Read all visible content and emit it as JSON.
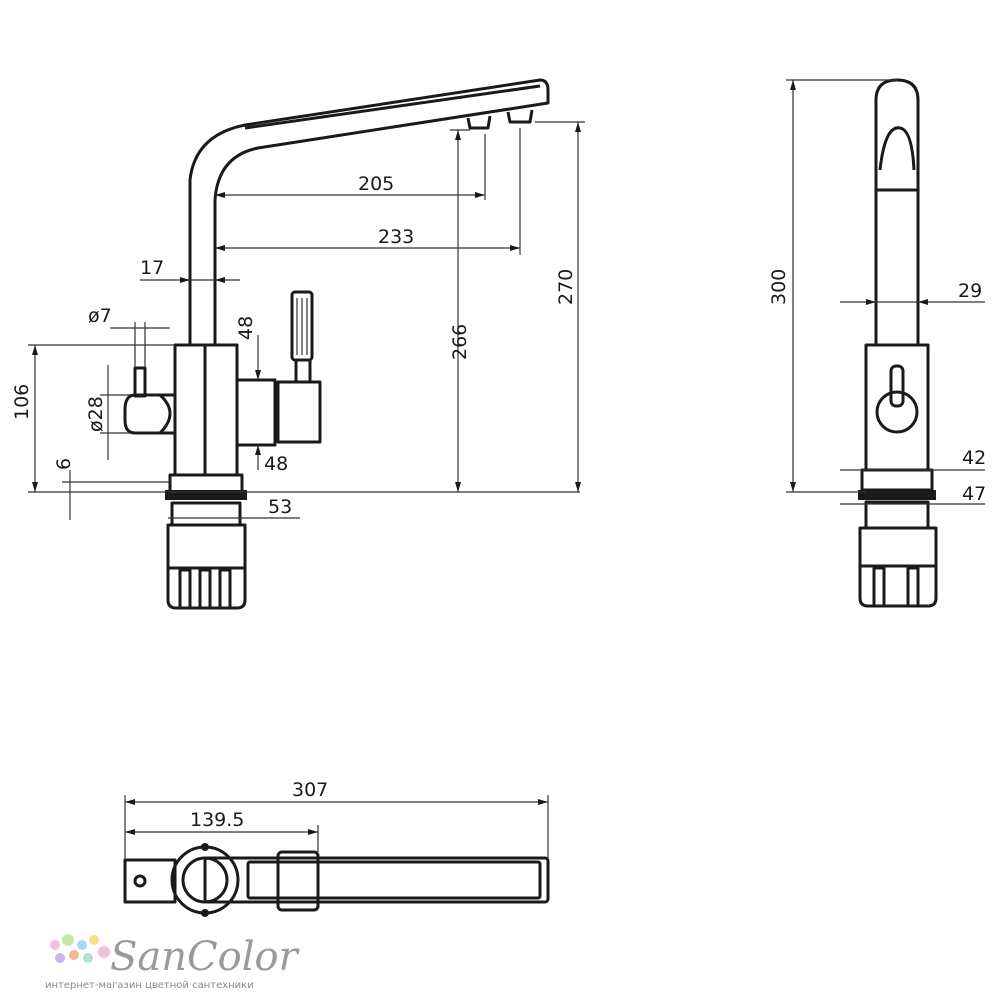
{
  "dimensions": {
    "spout_205": "205",
    "spout_233": "233",
    "wall_17": "17",
    "pin_d7": "ø7",
    "handle_48_top": "48",
    "handle_48_bottom": "48",
    "body_d28": "ø28",
    "height_106": "106",
    "gap_6": "6",
    "base_53": "53",
    "height_266": "266",
    "height_270": "270",
    "side_300": "300",
    "side_29": "29",
    "side_42": "42",
    "side_47": "47",
    "top_307": "307",
    "top_139_5": "139.5"
  },
  "logo": {
    "name": "SanColor",
    "tagline": "интернет-магазин цветной сантехники"
  }
}
